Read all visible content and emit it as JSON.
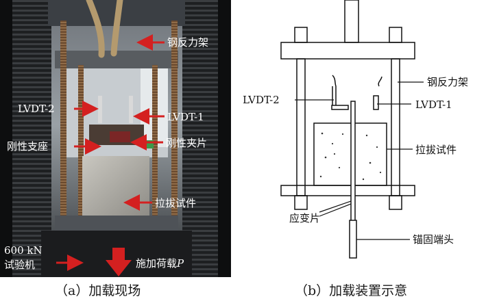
{
  "photo": {
    "labels": {
      "steel_frame": "钢反力架",
      "lvdt2": "LVDT-2",
      "lvdt1": "LVDT-1",
      "rigid_support": "刚性支座",
      "rigid_clip": "刚性夹片",
      "pullout_specimen": "拉拔试件",
      "machine_line1": "600 kN",
      "machine_line2": "试验机",
      "apply_load_text": "施加荷载",
      "apply_load_symbol": "P"
    },
    "colors": {
      "arrow": "#d42020",
      "label": "#ffffff"
    }
  },
  "schematic": {
    "labels": {
      "steel_frame": "钢反力架",
      "lvdt2": "LVDT-2",
      "lvdt1": "LVDT-1",
      "pullout_specimen": "拉拔试件",
      "strain_gauge": "应变片",
      "anchor_head": "锚固端头"
    }
  },
  "captions": {
    "a": "（a）加载现场",
    "b": "（b）加载装置示意"
  }
}
